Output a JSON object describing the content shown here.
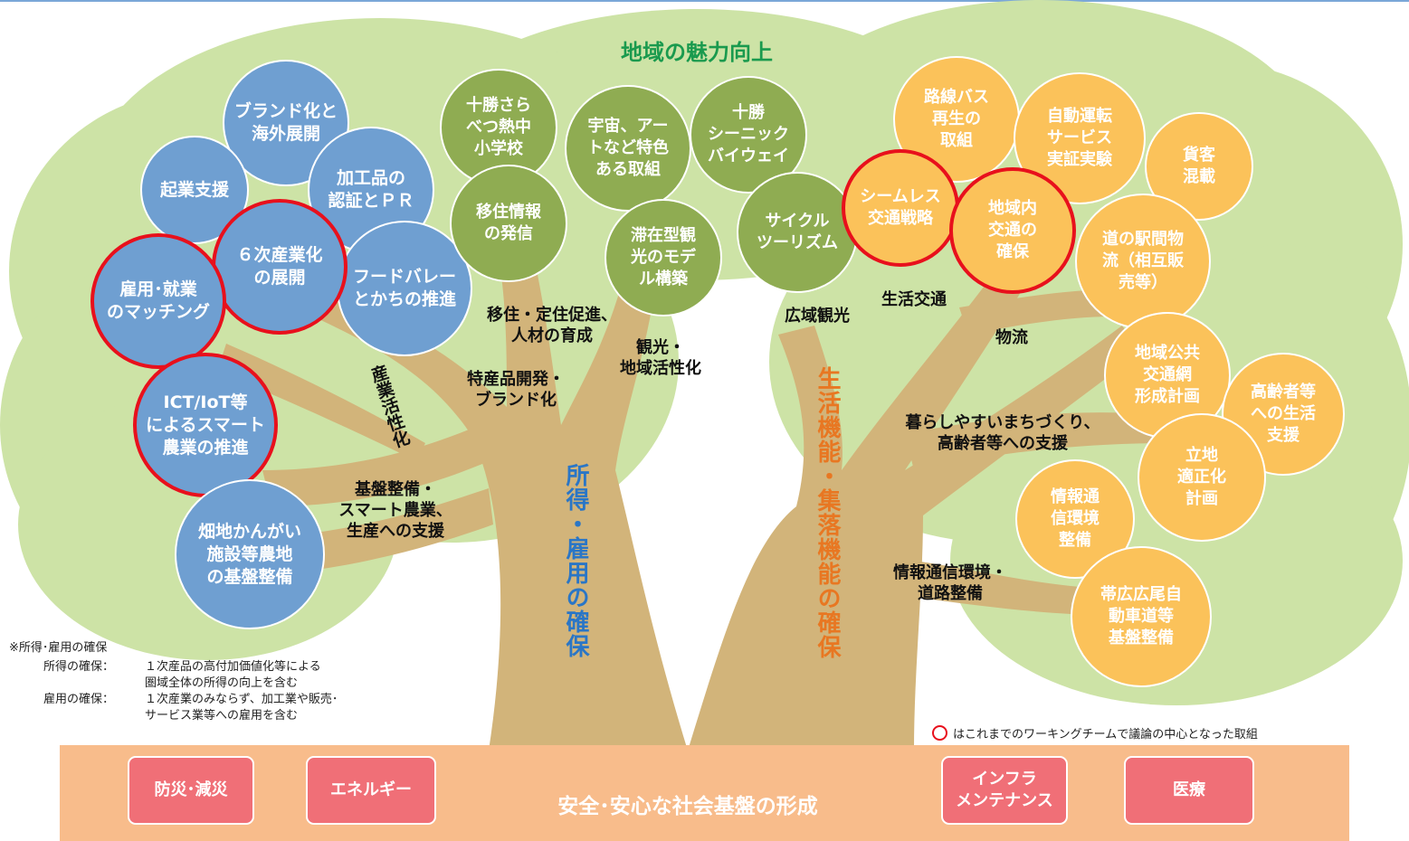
{
  "title": "地域の魅力向上",
  "trunks": {
    "left": "所得・雇用の確保",
    "right": "生活機能・集落機能の確保"
  },
  "branch_labels": {
    "sangyo": "産業活性化",
    "kiban": "基盤整備・\nスマート農業、\n生産への支援",
    "tokusan": "特産品開発・\nブランド化",
    "iju": "移住・定住促進、\n人材の育成",
    "kanko": "観光・\n地域活性化",
    "koiki": "広域観光",
    "seikatsu_kotsu": "生活交通",
    "butsuryu": "物流",
    "kurashi": "暮らしやすいまちづくり、\n高齢者等への支援",
    "joho": "情報通信環境・\n道路整備"
  },
  "circles": {
    "brand": "ブランド化と\n海外展開",
    "kigyo": "起業支援",
    "kakohin": "加工品の\n認証とＰＲ",
    "rokuji": "６次産業化\nの展開",
    "koyo": "雇用･就業\nのマッチング",
    "food": "フードバレー\nとかちの推進",
    "ict": "ICT/IoT等\nによるスマート\n農業の推進",
    "hatachi": "畑地かんがい\n施設等農地\nの基盤整備",
    "gakko": "十勝さら\nべつ熱中\n小学校",
    "ijujoho": "移住情報\nの発信",
    "uchu": "宇宙、アー\nトなど特色\nある取組",
    "scenic": "十勝\nシーニック\nバイウェイ",
    "taizai": "滞在型観\n光のモデ\nル構築",
    "cycle": "サイクル\nツーリズム",
    "rosen": "路線バス\n再生の\n取組",
    "jido": "自動運転\nサービス\n実証実験",
    "kakyaku": "貨客\n混載",
    "seamless": "シームレス\n交通戦略",
    "chiikinai": "地域内\n交通の\n確保",
    "michinoeki": "道の駅間物\n流（相互販\n売等）",
    "kokyo": "地域公共\n交通網\n形成計画",
    "koreisha": "高齢者等\nへの生活\n支援",
    "ritchi": "立地\n適正化\n計画",
    "jokan": "情報通\n信環境\n整備",
    "obihiro": "帯広広尾自\n動車道等\n基盤整備"
  },
  "base": {
    "title": "安全･安心な社会基盤の形成",
    "boxes": [
      "防災･減災",
      "エネルギー",
      "インフラ\nメンテナンス",
      "医療"
    ]
  },
  "notes": {
    "heading": "※所得･雇用の確保",
    "shotoku_label": "所得の確保：",
    "shotoku_text": "１次産品の高付加価値化等による\n圏域全体の所得の向上を含む",
    "koyo_label": "雇用の確保：",
    "koyo_text": "１次産業のみならず、加工業や販売･\nサービス業等への雇用を含む"
  },
  "legend": "はこれまでのワーキングチームで議論の中心となった取組",
  "colors": {
    "foliage": "#cde3a6",
    "trunk": "#d2b47a",
    "blue": "#6f9fd1",
    "green": "#8fac52",
    "orange": "#fbc25a",
    "highlight_ring": "#e8101c",
    "title_green": "#1a9a4e",
    "left_trunk_text": "#2a76c6",
    "right_trunk_text": "#e87722",
    "base_band": "#f8bc8b",
    "base_box": "#f06f77"
  }
}
